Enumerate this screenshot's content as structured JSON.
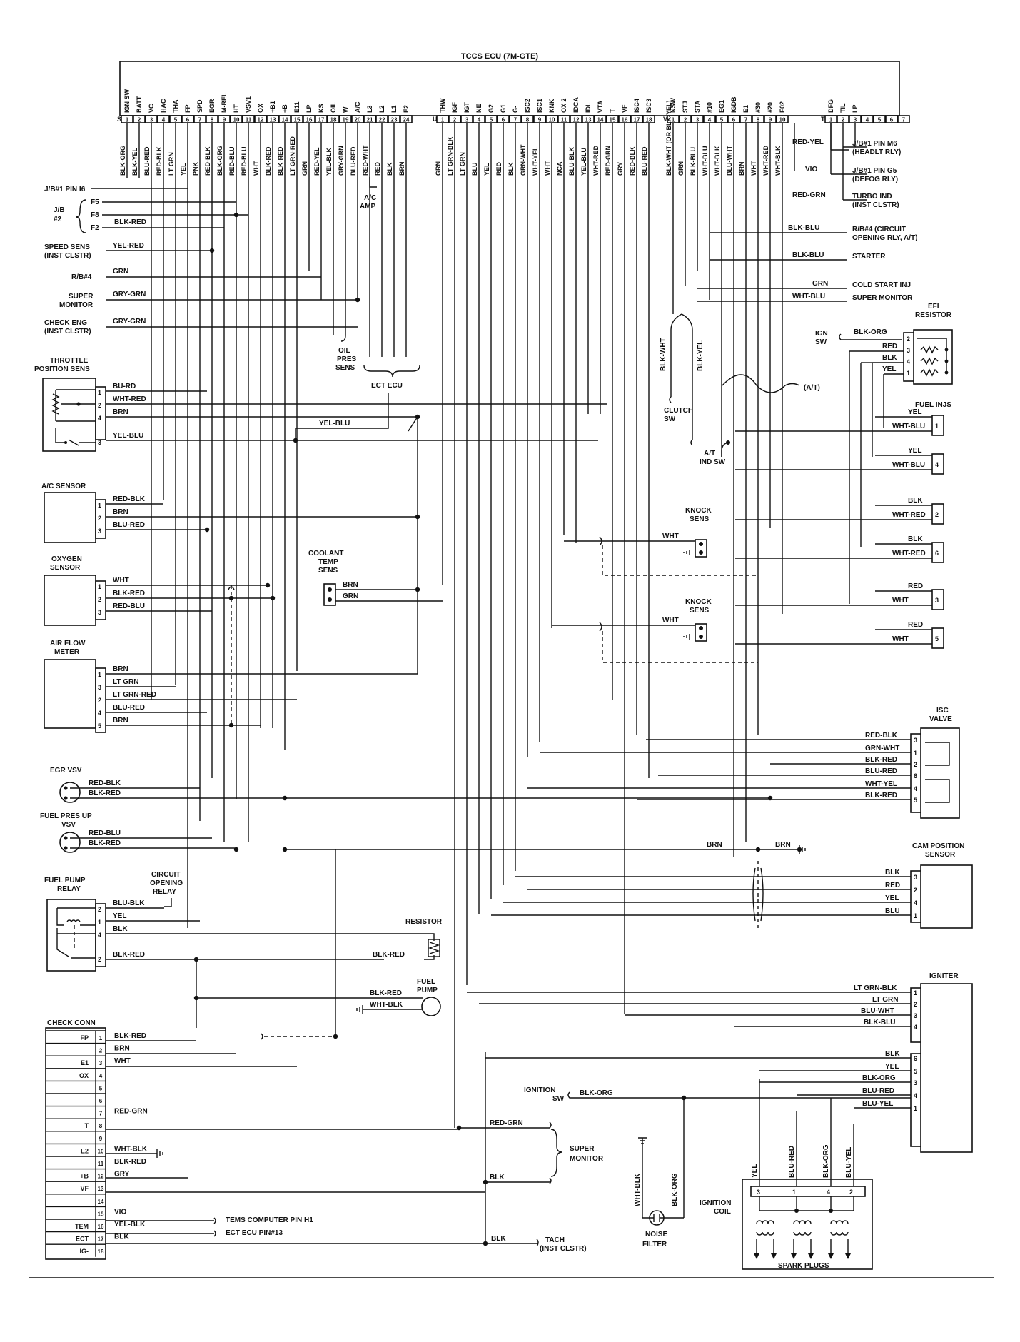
{
  "ecu": {
    "title": "TCCS ECU (7M-GTE)",
    "conn_s": {
      "letter": "S",
      "pins": [
        "1",
        "2",
        "3",
        "4",
        "5",
        "6",
        "7",
        "8",
        "9",
        "10",
        "11",
        "12",
        "13",
        "14",
        "15",
        "16",
        "17",
        "18",
        "19",
        "20",
        "21",
        "22",
        "23",
        "24"
      ],
      "labels": [
        "IGN SW",
        "BATT",
        "VC",
        "HAC",
        "THA",
        "FP",
        "SPD",
        "EGR",
        "M-REL",
        "HT",
        "VSV1",
        "OX",
        "+B1",
        "+B",
        "E11",
        "LP",
        "KS",
        "OIL",
        "W",
        "A/C",
        "L3",
        "L2",
        "L1",
        "E2"
      ],
      "wires": [
        "BLK-ORG",
        "BLK-YEL",
        "BLU-RED",
        "RED-BLK",
        "LT GRN",
        "YEL",
        "PNK",
        "RED-BLK",
        "BLK-ORG",
        "RED-BLU",
        "RED-BLU",
        "WHT",
        "BLK-RED",
        "BLK-RED",
        "LT GRN-RED",
        "GRN",
        "RED-YEL",
        "YEL-BLK",
        "GRY-GRN",
        "BLU-RED",
        "RED-WHT",
        "RED",
        "BLK",
        "BRN"
      ]
    },
    "conn_u": {
      "letter": "U",
      "pins": [
        "1",
        "2",
        "3",
        "4",
        "5",
        "6",
        "7",
        "8",
        "9",
        "10",
        "11",
        "12",
        "13",
        "14",
        "15",
        "16",
        "17",
        "18"
      ],
      "labels": [
        "THW",
        "IGF",
        "IGT",
        "NE",
        "G2",
        "G1",
        "G-",
        "ISC2",
        "ISC1",
        "KNK",
        "OX 2",
        "IDCA",
        "IDL",
        "VTA",
        "T",
        "VF",
        "ISC4",
        "ISC3"
      ],
      "wires": [
        "GRN",
        "LT GRN-BLK",
        "LT GRN",
        "BLU",
        "YEL",
        "RED",
        "BLK",
        "GRN-WHT",
        "WHT-YEL",
        "WHT",
        "NCA",
        "BLU-BLK",
        "YEL-BLU",
        "WHT-RED",
        "RED-GRN",
        "GRY",
        "RED-BLK",
        "BLU-RED"
      ]
    },
    "conn_v": {
      "letter": "V",
      "pins": [
        "1",
        "2",
        "3",
        "4",
        "5",
        "6",
        "7",
        "8",
        "9",
        "10"
      ],
      "labels": [
        "NSW",
        "STJ",
        "STA",
        "#10",
        "EG1",
        "IGDB",
        "E1",
        "#30",
        "#20",
        "E02"
      ],
      "wires": [
        "BLK-WHT (OR BLK-YEL)",
        "GRN",
        "BLK-BLU",
        "WHT-BLU",
        "WHT-BLK",
        "BLU-WHT",
        "BRN",
        "WHT",
        "WHT-RED",
        "WHT-BLK"
      ]
    },
    "conn_t": {
      "letter": "T",
      "pins": [
        "1",
        "2",
        "3",
        "4",
        "5",
        "6",
        "7"
      ],
      "labels": [
        "DFG",
        "TIL",
        "LP"
      ]
    }
  },
  "right_side": [
    {
      "wire": "RED-YEL",
      "dest": "J/B#1 PIN M6",
      "sub": "(HEADLT RLY)"
    },
    {
      "wire": "VIO",
      "dest": "J/B#1 PIN G5",
      "sub": "(DEFOG RLY)"
    },
    {
      "wire": "RED-GRN",
      "dest": "TURBO IND",
      "sub": "(INST CLSTR)"
    },
    {
      "wire": "BLK-BLU",
      "dest": "R/B#4 (CIRCUIT",
      "sub": "OPENING RLY, A/T)"
    },
    {
      "wire": "BLK-BLU",
      "dest": "STARTER",
      "sub": ""
    },
    {
      "wire": "GRN",
      "dest": "COLD START INJ",
      "sub": ""
    },
    {
      "wire": "WHT-BLU",
      "dest": "SUPER MONITOR",
      "sub": ""
    }
  ],
  "left_side": {
    "jb1_pin": "J/B#1 PIN I6",
    "jb2": "J/B",
    "jb2_num": "#2",
    "jb_pins": [
      "F5",
      "F8",
      "F2"
    ],
    "jb_wire": "BLK-RED",
    "speed_sens": "SPEED SENS",
    "speed_sens_sub": "(INST CLSTR)",
    "speed_wire": "YEL-RED",
    "rb4": "R/B#4",
    "rb4_wire": "GRN",
    "super": "SUPER",
    "super_sub": "MONITOR",
    "super_wire": "GRY-GRN",
    "check_eng": "CHECK ENG",
    "check_eng_sub": "(INST CLSTR)",
    "check_wire": "GRY-GRN"
  },
  "components": {
    "ac_amp": [
      "A/C",
      "AMP"
    ],
    "oil_pres": [
      "OIL",
      "PRES",
      "SENS"
    ],
    "ect_ecu": "ECT ECU",
    "tps": {
      "title": [
        "THROTTLE",
        "POSITION SENS"
      ],
      "wires": [
        "BU-RD",
        "WHT-RED",
        "BRN",
        "YEL-BLU"
      ],
      "pins": [
        "1",
        "2",
        "4",
        "3"
      ],
      "ect_wire": "YEL-BLU"
    },
    "ac_sensor": {
      "title": "A/C SENSOR",
      "wires": [
        "RED-BLK",
        "BRN",
        "BLU-RED"
      ],
      "pins": [
        "1",
        "2",
        "3"
      ]
    },
    "oxygen": {
      "title": [
        "OXYGEN",
        "SENSOR"
      ],
      "wires": [
        "WHT",
        "BLK-RED",
        "RED-BLU"
      ],
      "pins": [
        "1",
        "2",
        "3"
      ]
    },
    "afm": {
      "title": [
        "AIR FLOW",
        "METER"
      ],
      "wires": [
        "BRN",
        "LT GRN",
        "LT GRN-RED",
        "BLU-RED",
        "BRN"
      ],
      "pins": [
        "1",
        "3",
        "2",
        "4",
        "5"
      ]
    },
    "coolant": {
      "title": [
        "COOLANT",
        "TEMP",
        "SENS"
      ],
      "wires": [
        "BRN",
        "GRN"
      ]
    },
    "egr_vsv": {
      "title": "EGR VSV",
      "wires": [
        "RED-BLK",
        "BLK-RED"
      ]
    },
    "fuel_pres_vsv": {
      "title": [
        "FUEL PRES UP",
        "VSV"
      ],
      "wires": [
        "RED-BLU",
        "BLK-RED"
      ]
    },
    "fuel_pump_relay": {
      "title": [
        "FUEL PUMP",
        "RELAY"
      ],
      "wires": [
        "BLU-BLK",
        "YEL",
        "BLK",
        "BLK-RED"
      ],
      "pins": [
        "2",
        "1",
        "4",
        "2"
      ],
      "cor": [
        "CIRCUIT",
        "OPENING",
        "RELAY"
      ]
    },
    "resistor": {
      "title": "RESISTOR",
      "wire": "BLK-RED"
    },
    "fuel_pump": {
      "title": [
        "FUEL",
        "PUMP"
      ],
      "wires": [
        "BLK-RED",
        "WHT-BLK"
      ]
    },
    "efi_resistor": {
      "title": [
        "EFI",
        "RESISTOR"
      ],
      "ign": [
        "IGN",
        "SW"
      ],
      "wires": [
        "BLK-ORG",
        "RED",
        "BLK",
        "YEL"
      ],
      "pins": [
        "2",
        "3",
        "4",
        "1"
      ]
    },
    "fuel_injs": {
      "title": "FUEL INJS",
      "items": [
        {
          "wires": [
            "YEL",
            "WHT-BLU"
          ],
          "num": "1"
        },
        {
          "wires": [
            "YEL",
            "WHT-BLU"
          ],
          "num": "4"
        },
        {
          "wires": [
            "BLK",
            "WHT-RED"
          ],
          "num": "2"
        },
        {
          "wires": [
            "BLK",
            "WHT-RED"
          ],
          "num": "6"
        },
        {
          "wires": [
            "RED",
            "WHT"
          ],
          "num": "3"
        },
        {
          "wires": [
            "RED",
            "WHT"
          ],
          "num": "5"
        }
      ]
    },
    "clutch_sw": [
      "CLUTCH",
      "SW"
    ],
    "at_ind_sw": [
      "A/T",
      "IND SW"
    ],
    "at_label": "(A/T)",
    "v_wires_lower": [
      "BLK-WHT",
      "BLK-YEL"
    ],
    "knock1": {
      "title": [
        "KNOCK",
        "SENS"
      ],
      "wire": "WHT"
    },
    "knock2": {
      "title": [
        "KNOCK",
        "SENS"
      ],
      "wire": "WHT"
    },
    "isc_valve": {
      "title": [
        "ISC",
        "VALVE"
      ],
      "wires": [
        "RED-BLK",
        "GRN-WHT",
        "BLK-RED",
        "BLU-RED",
        "WHT-YEL",
        "BLK-RED"
      ],
      "pins": [
        "3",
        "1",
        "2",
        "6",
        "4",
        "5"
      ]
    },
    "ground_brn": [
      "BRN",
      "BRN"
    ],
    "cam_sensor": {
      "title": [
        "CAM POSITION",
        "SENSOR"
      ],
      "wires": [
        "BLK",
        "RED",
        "YEL",
        "BLU"
      ],
      "pins": [
        "3",
        "2",
        "4",
        "1"
      ]
    },
    "igniter": {
      "title": "IGNITER",
      "wires": [
        "LT GRN-BLK",
        "LT GRN",
        "BLU-WHT",
        "BLK-BLU",
        "BLK",
        "YEL",
        "BLK-ORG",
        "BLU-RED",
        "BLU-YEL"
      ],
      "pins": [
        "1",
        "2",
        "3",
        "4",
        "6",
        "5",
        "3",
        "4",
        "1"
      ]
    },
    "ignition_sw": {
      "title": [
        "IGNITION",
        "SW"
      ],
      "wire": "BLK-ORG"
    },
    "super_monitor": [
      "SUPER",
      "MONITOR"
    ],
    "super_wires": [
      "RED-GRN",
      "BLK"
    ],
    "tach": [
      "TACH",
      "(INST CLSTR)"
    ],
    "tach_wire": "BLK",
    "noise_filter": {
      "title": [
        "NOISE",
        "FILTER"
      ],
      "wires": [
        "WHT-BLK",
        "BLK-ORG"
      ]
    },
    "ign_coil": {
      "title": [
        "IGNITION",
        "COIL"
      ],
      "wires": [
        "YEL",
        "BLU-RED",
        "BLK-ORG",
        "BLU-YEL"
      ],
      "pins": [
        "3",
        "1",
        "4",
        "2"
      ]
    },
    "spark_plugs": "SPARK PLUGS"
  },
  "check_conn": {
    "title": "CHECK CONN",
    "rows": [
      {
        "lbl": "FP",
        "pin": "1",
        "wire": "BLK-RED"
      },
      {
        "lbl": "",
        "pin": "2",
        "wire": "BRN"
      },
      {
        "lbl": "E1",
        "pin": "3",
        "wire": "WHT"
      },
      {
        "lbl": "OX",
        "pin": "4",
        "wire": ""
      },
      {
        "lbl": "",
        "pin": "5",
        "wire": ""
      },
      {
        "lbl": "",
        "pin": "6",
        "wire": ""
      },
      {
        "lbl": "",
        "pin": "7",
        "wire": "RED-GRN"
      },
      {
        "lbl": "T",
        "pin": "8",
        "wire": ""
      },
      {
        "lbl": "",
        "pin": "9",
        "wire": ""
      },
      {
        "lbl": "E2",
        "pin": "10",
        "wire": "WHT-BLK"
      },
      {
        "lbl": "",
        "pin": "11",
        "wire": "BLK-RED"
      },
      {
        "lbl": "+B",
        "pin": "12",
        "wire": "GRY"
      },
      {
        "lbl": "VF",
        "pin": "13",
        "wire": ""
      },
      {
        "lbl": "",
        "pin": "14",
        "wire": ""
      },
      {
        "lbl": "",
        "pin": "15",
        "wire": "VIO"
      },
      {
        "lbl": "TEM",
        "pin": "16",
        "wire": "YEL-BLK"
      },
      {
        "lbl": "ECT",
        "pin": "17",
        "wire": "BLK"
      },
      {
        "lbl": "IG-",
        "pin": "18",
        "wire": ""
      }
    ],
    "tems": "TEMS COMPUTER PIN H1",
    "ect": "ECT ECU PIN#13"
  }
}
